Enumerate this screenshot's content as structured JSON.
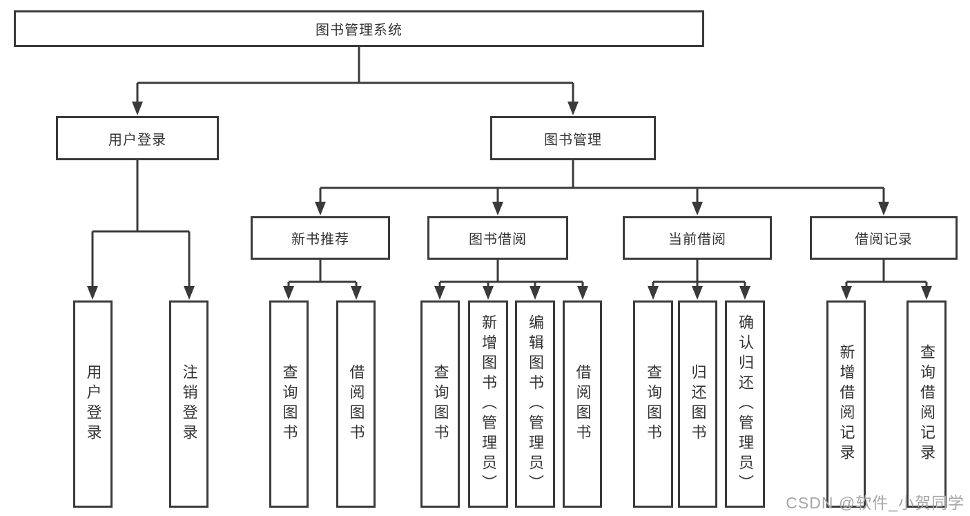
{
  "tree": {
    "root": {
      "label": "图书管理系统"
    },
    "level2": [
      {
        "label": "用户登录"
      },
      {
        "label": "图书管理"
      }
    ],
    "level3": [
      {
        "label": "新书推荐"
      },
      {
        "label": "图书借阅"
      },
      {
        "label": "当前借阅"
      },
      {
        "label": "借阅记录"
      }
    ],
    "leaves": {
      "user_login": [
        {
          "label": "用户登录"
        },
        {
          "label": "注销登录"
        }
      ],
      "new_book": [
        {
          "label": "查询图书"
        },
        {
          "label": "借阅图书"
        }
      ],
      "book_borrow": [
        {
          "label": "查询图书"
        },
        {
          "label": "新增图书（管理员）"
        },
        {
          "label": "编辑图书（管理员）"
        },
        {
          "label": "借阅图书"
        }
      ],
      "current_borrow": [
        {
          "label": "查询图书"
        },
        {
          "label": "归还图书"
        },
        {
          "label": "确认归还（管理员）"
        }
      ],
      "borrow_records": [
        {
          "label": "新增借阅记录"
        },
        {
          "label": "查询借阅记录"
        }
      ]
    }
  },
  "watermark": {
    "text": "CSDN @软件_小贺同学"
  },
  "colors": {
    "line": "#3a3a3a",
    "text": "#333333",
    "watermark": "#a6a6a6",
    "background": "#ffffff"
  }
}
